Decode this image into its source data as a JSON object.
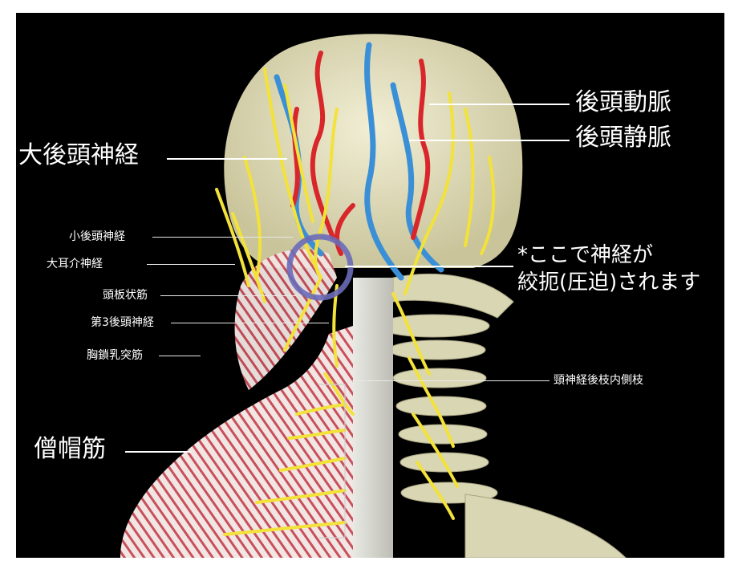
{
  "labels": {
    "occipital_artery": "後頭動脈",
    "occipital_vein": "後頭静脈",
    "greater_occipital_nerve": "大後頭神経",
    "lesser_occipital_nerve": "小後頭神経",
    "great_auricular_nerve": "大耳介神経",
    "splenius_capitis": "頭板状筋",
    "third_occipital_nerve": "第3後頭神経",
    "sternocleidomastoid": "胸鎖乳突筋",
    "cervical_dorsal_rami": "頸神経後枝内側枝",
    "trapezius": "僧帽筋",
    "entrapment_line1": "*ここで神経が",
    "entrapment_line2": "絞扼(圧迫)されます"
  },
  "colors": {
    "background": "#000000",
    "bone": "#e6e2c4",
    "nerve": "#f2e23a",
    "artery": "#d8262a",
    "vein": "#3a8fd6",
    "muscle_stripe": "#c8505a",
    "highlight_ring": "#6a6ab8"
  }
}
